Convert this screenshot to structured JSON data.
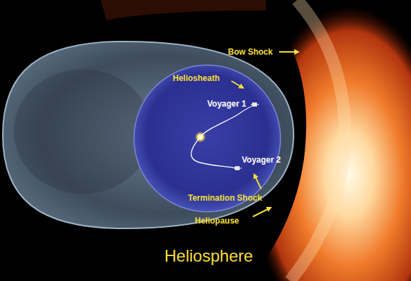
{
  "diagram": {
    "title": "Heliosphere",
    "labels": [
      "Bow Shock",
      "Heliosheath",
      "Voyager 1",
      "Voyager 2",
      "Termination Shock",
      "Heliopause"
    ]
  }
}
